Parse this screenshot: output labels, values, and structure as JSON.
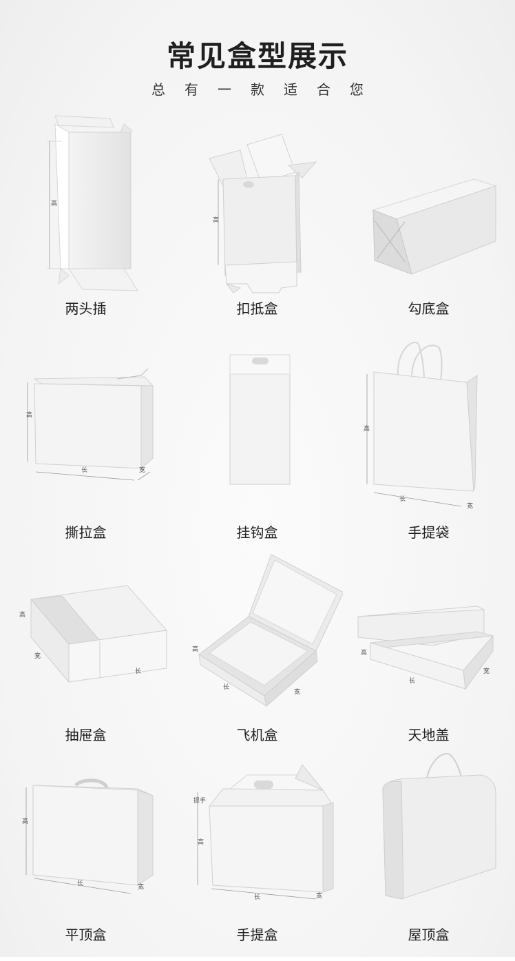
{
  "header": {
    "title": "常见盒型展示",
    "subtitle": "总有一款适合您"
  },
  "boxes": [
    {
      "label": "两头插"
    },
    {
      "label": "扣抵盒"
    },
    {
      "label": "勾底盒"
    },
    {
      "label": "撕拉盒"
    },
    {
      "label": "挂钩盒"
    },
    {
      "label": "手提袋"
    },
    {
      "label": "抽屉盒"
    },
    {
      "label": "飞机盒"
    },
    {
      "label": "天地盖"
    },
    {
      "label": "平顶盒"
    },
    {
      "label": "手提盒"
    },
    {
      "label": "屋顶盒"
    }
  ],
  "dims": {
    "h": "高",
    "l": "长",
    "w": "宽",
    "handle": "提手"
  }
}
